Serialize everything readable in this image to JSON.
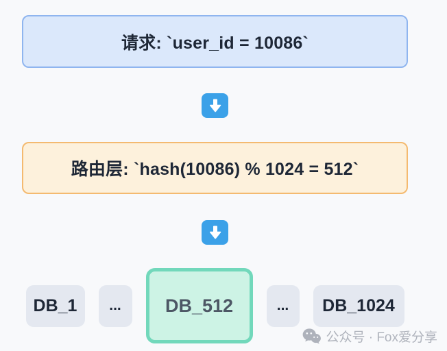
{
  "colors": {
    "background": "#f8f9fb",
    "request_box_bg": "#dbe8fb",
    "request_box_border": "#8fb5ef",
    "routing_box_bg": "#fdf1dc",
    "routing_box_border": "#f4ba70",
    "arrow_blue": "#3ba1e8",
    "db_node_bg": "#e4e8f0",
    "db_highlight_bg": "#cdf3e5",
    "db_highlight_border": "#72d8bb",
    "text_dark": "#1e2736",
    "db_highlight_text": "#4d5765",
    "watermark_gray": "#b0b4bd"
  },
  "flow": {
    "request": {
      "label": "请求: `user_id = 10086`"
    },
    "routing": {
      "label": "路由层: `hash(10086) % 1024 = 512`"
    },
    "arrow_icon": "down-arrow-icon",
    "databases": [
      {
        "label": "DB_1",
        "highlighted": false
      },
      {
        "label": "...",
        "highlighted": false
      },
      {
        "label": "DB_512",
        "highlighted": true
      },
      {
        "label": "...",
        "highlighted": false
      },
      {
        "label": "DB_1024",
        "highlighted": false
      }
    ]
  },
  "watermark": {
    "icon": "wechat-icon",
    "text": "公众号 · Fox爱分享"
  }
}
